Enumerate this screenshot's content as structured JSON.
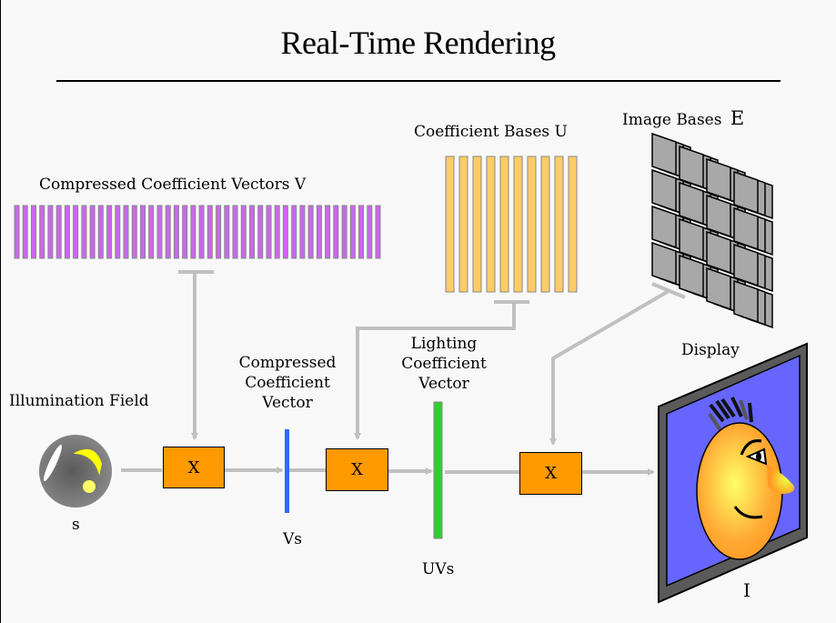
{
  "title": "Real-Time Rendering",
  "colors": {
    "background": "#f8f8f8",
    "connector": "#c0c0c0",
    "multiply_box": "#ff9900",
    "compressed_vectors": "#cc66ee",
    "coefficient_bases": "#ffcc66",
    "image_bases": "#a8a8a8",
    "vs_bar": "#3366ff",
    "uvs_bar": "#33cc33",
    "display_screen": "#6666ff",
    "display_frame": "#5a5a5a"
  },
  "labels": {
    "compressed_coefficient_vectors": "Compressed Coefficient Vectors V",
    "coefficient_bases": "Coefficient Bases U",
    "image_bases": "Image Bases",
    "image_bases_symbol": "E",
    "illumination_field": "Illumination Field",
    "illumination_symbol": "s",
    "compressed_vector": [
      "Compressed",
      "Coefficient",
      "Vector"
    ],
    "compressed_vector_symbol": "Vs",
    "lighting_vector": [
      "Lighting",
      "Coefficient",
      "Vector"
    ],
    "lighting_vector_symbol": "UVs",
    "display": "Display",
    "display_symbol": "I"
  },
  "operators": [
    "X",
    "X",
    "X"
  ],
  "counts": {
    "compressed_vector_bars": 44,
    "coefficient_basis_bars": 10,
    "image_basis_rows": 4,
    "image_basis_cols": 4
  }
}
